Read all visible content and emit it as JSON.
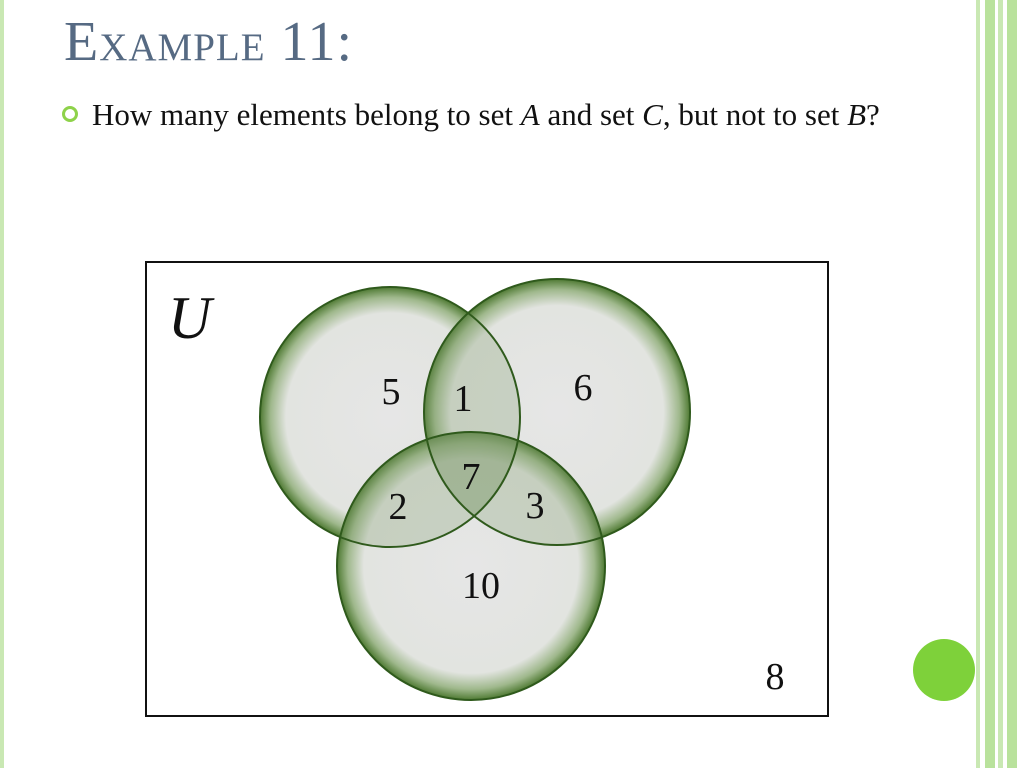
{
  "slide": {
    "title": "Example 11:",
    "question": {
      "part1": "How many elements belong to set ",
      "set_a": "A",
      "part2": " and set ",
      "set_c": "C",
      "part3": ", but not to set ",
      "set_b": "B",
      "part4": "?"
    }
  },
  "venn": {
    "universe_label": "U",
    "regions": {
      "a_only": "5",
      "a_and_b_only": "1",
      "b_only": "6",
      "a_b_c": "7",
      "a_and_c_only": "2",
      "b_and_c_only": "3",
      "c_only": "10",
      "outside": "8"
    }
  },
  "colors": {
    "title": "#566a83",
    "accent_green": "#8ed24a",
    "circle_fill": "#e6e6e6",
    "circle_edge": "#2f5a1c"
  }
}
